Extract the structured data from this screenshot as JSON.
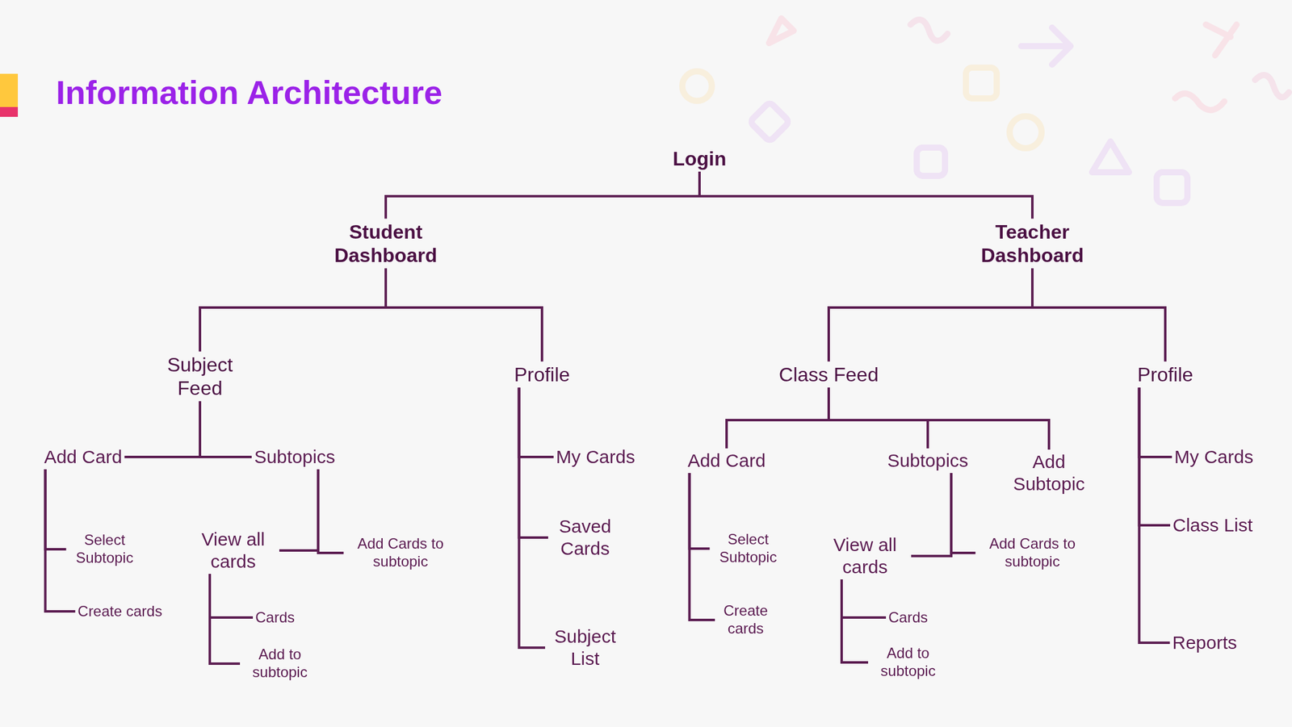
{
  "diagram": {
    "title": "Information Architecture",
    "nodes": [
      {
        "text": [
          "Login"
        ]
      },
      {
        "text": [
          "Student Dashboard"
        ]
      },
      {
        "text": [
          "Teacher Dashboard"
        ]
      },
      {
        "text": [
          "Subject Feed"
        ]
      },
      {
        "text": [
          "Profile"
        ]
      },
      {
        "text": [
          "Add Card"
        ]
      },
      {
        "text": [
          "Subtopics"
        ]
      },
      {
        "text": [
          "Select Subtopic"
        ]
      },
      {
        "text": [
          "Create cards"
        ]
      },
      {
        "text": [
          "View all cards"
        ]
      },
      {
        "text": [
          "Add Cards to subtopic"
        ]
      },
      {
        "text": [
          "Cards"
        ]
      },
      {
        "text": [
          "Add to subtopic"
        ]
      },
      {
        "text": [
          "My Cards"
        ]
      },
      {
        "text": [
          "Saved Cards"
        ]
      },
      {
        "text": [
          "Subject List"
        ]
      },
      {
        "text": [
          "Class Feed"
        ]
      },
      {
        "text": [
          "Profile"
        ]
      },
      {
        "text": [
          "Add Card"
        ]
      },
      {
        "text": [
          "Subtopics"
        ]
      },
      {
        "text": [
          "Add Subtopic"
        ]
      },
      {
        "text": [
          "Select Subtopic"
        ]
      },
      {
        "text": [
          "Create cards"
        ]
      },
      {
        "text": [
          "View all cards"
        ]
      },
      {
        "text": [
          "Add Cards to subtopic"
        ]
      },
      {
        "text": [
          "Cards"
        ]
      },
      {
        "text": [
          "Add to subtopic"
        ]
      },
      {
        "text": [
          "My Cards"
        ]
      },
      {
        "text": [
          "Class List"
        ]
      },
      {
        "text": [
          "Reports"
        ]
      }
    ],
    "edges": [
      {
        "from": 0,
        "to": 1,
        "arrow": "none"
      },
      {
        "from": 0,
        "to": 2,
        "arrow": "none"
      },
      {
        "from": 1,
        "to": 3,
        "arrow": "none"
      },
      {
        "from": 1,
        "to": 4,
        "arrow": "none"
      },
      {
        "from": 3,
        "to": 5,
        "arrow": "none"
      },
      {
        "from": 3,
        "to": 6,
        "arrow": "none"
      },
      {
        "from": 5,
        "to": 7,
        "arrow": "none"
      },
      {
        "from": 5,
        "to": 8,
        "arrow": "none"
      },
      {
        "from": 6,
        "to": 9,
        "arrow": "none"
      },
      {
        "from": 6,
        "to": 10,
        "arrow": "none"
      },
      {
        "from": 9,
        "to": 11,
        "arrow": "none"
      },
      {
        "from": 9,
        "to": 12,
        "arrow": "none"
      },
      {
        "from": 4,
        "to": 13,
        "arrow": "none"
      },
      {
        "from": 4,
        "to": 14,
        "arrow": "none"
      },
      {
        "from": 4,
        "to": 15,
        "arrow": "none"
      },
      {
        "from": 2,
        "to": 16,
        "arrow": "none"
      },
      {
        "from": 2,
        "to": 17,
        "arrow": "none"
      },
      {
        "from": 16,
        "to": 18,
        "arrow": "none"
      },
      {
        "from": 16,
        "to": 19,
        "arrow": "none"
      },
      {
        "from": 16,
        "to": 20,
        "arrow": "none"
      },
      {
        "from": 18,
        "to": 21,
        "arrow": "none"
      },
      {
        "from": 18,
        "to": 22,
        "arrow": "none"
      },
      {
        "from": 19,
        "to": 23,
        "arrow": "none"
      },
      {
        "from": 19,
        "to": 24,
        "arrow": "none"
      },
      {
        "from": 23,
        "to": 25,
        "arrow": "none"
      },
      {
        "from": 23,
        "to": 26,
        "arrow": "none"
      },
      {
        "from": 17,
        "to": 27,
        "arrow": "none"
      },
      {
        "from": 17,
        "to": 28,
        "arrow": "none"
      },
      {
        "from": 17,
        "to": 29,
        "arrow": "none"
      }
    ]
  }
}
